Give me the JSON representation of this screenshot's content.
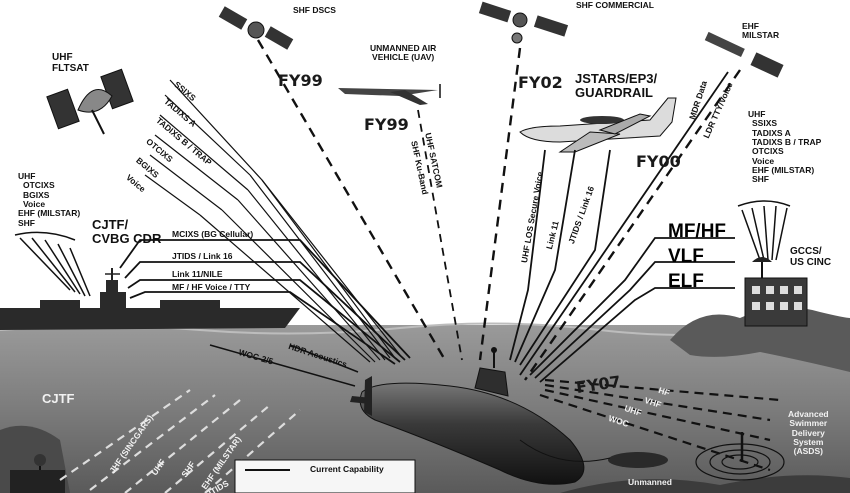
{
  "satellites": {
    "uhf_fltsat": [
      "UHF",
      "FLTSAT"
    ],
    "shf_dscs": "SHF DSCS",
    "shf_commercial": "SHF COMMERCIAL",
    "ehf_milstar": [
      "EHF",
      "MILSTAR"
    ]
  },
  "aircraft": {
    "uav": [
      "UNMANNED AIR",
      "VEHICLE (UAV)"
    ],
    "jstars": [
      "JSTARS/EP3/",
      "GUARDRAIL"
    ]
  },
  "fiscal_years": {
    "fy99_dscs": "FY99",
    "fy99_uav": "FY99",
    "fy02": "FY02",
    "fy00": "FY00",
    "fy07": "FY07"
  },
  "fltsat_links": [
    "SSIXS",
    "TADIXS A",
    "TADIXS B / TRAP",
    "OTCIXS",
    "BGIXS",
    "Voice"
  ],
  "left_links": [
    "UHF",
    "OTCIXS",
    "BGIXS",
    "Voice",
    "EHF (MILSTAR)",
    "SHF"
  ],
  "right_links": [
    "UHF",
    "SSIXS",
    "TADIXS A",
    "TADIXS B / TRAP",
    "OTCIXS",
    "Voice",
    "EHF (MILSTAR)",
    "SHF"
  ],
  "cjtf_ship": [
    "CJTF/",
    "CVBG CDR"
  ],
  "ship_links": [
    "MCIXS (BG Cellular)",
    "JTIDS / Link 16",
    "Link 11/NILE",
    "MF / HF Voice / TTY"
  ],
  "uav_links": [
    "UHF SATCOM",
    "SHF Ku-Band"
  ],
  "aircraft_links": [
    "UHF LOS Secure Voice",
    "Link 11",
    "JTIDS / Link 16"
  ],
  "milstar_links": [
    "MDR Data",
    "LDR TTY/Voice"
  ],
  "freq_bands": [
    "MF/HF",
    "VLF",
    "ELF"
  ],
  "gccs": [
    "GCCS/",
    "US CINC"
  ],
  "undersea": {
    "hdr_acoustics": "HDR Acoustics",
    "woc": "WOC-2/5",
    "cjtf": "CJTF",
    "lower_left_links": [
      "JHF (SINCGARS)",
      "UHF",
      "SHF",
      "EHF (MILSTAR)",
      "JTIDS"
    ],
    "lower_right_links": [
      "HF",
      "VHF",
      "UHF",
      "WOC"
    ],
    "asds": [
      "Advanced",
      "Swimmer",
      "Delivery",
      "System",
      "(ASDS)"
    ],
    "unmanned": "Unmanned"
  },
  "legend": {
    "current": "Current Capability"
  },
  "colors": {
    "sea": "#8c8c8c",
    "sea_dark": "#5e5e5e",
    "land": "#6a6a6a",
    "ink": "#111111"
  }
}
